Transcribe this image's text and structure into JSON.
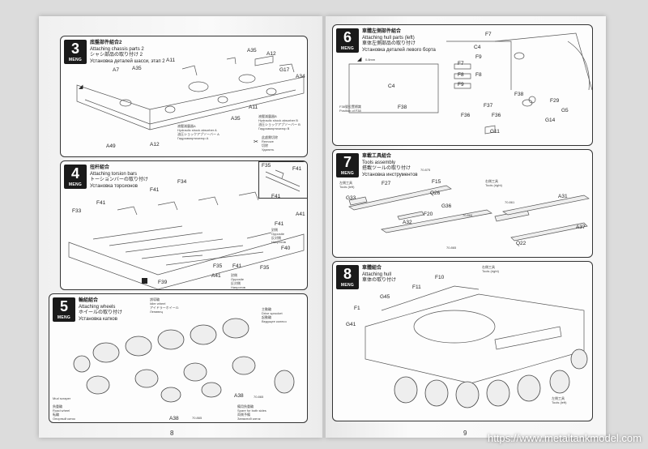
{
  "pages": {
    "left_number": "8",
    "right_number": "9"
  },
  "steps": [
    {
      "num": "3",
      "brand": "MENG",
      "title_cn": "底盤部件組合2",
      "title_en": "Attaching chassis parts 2",
      "title_jp": "シャシ部品の取り付け 2",
      "title_ru": "Установка деталей шасси, этап 2",
      "labels": [
        "A7",
        "A35",
        "A11",
        "A35",
        "A12",
        "G17",
        "A34",
        "A11",
        "A35",
        "A49",
        "A12"
      ],
      "notes": [
        "液壓減震器A",
        "Hydraulic shock absorber A",
        "油圧ショックアブソーバー A",
        "Гидроамортизатор A",
        "液壓減震器B",
        "Hydraulic shock absorber B",
        "油圧ショックアブソーバー B",
        "Гидроамортизатор B",
        "此處需切除",
        "Remove",
        "切除",
        "Удалить"
      ]
    },
    {
      "num": "4",
      "brand": "MENG",
      "title_cn": "扭杆組合",
      "title_en": "Attaching torsion bars",
      "title_jp": "トーションバーの取り付け",
      "title_ru": "Установка торсионов",
      "labels": [
        "F35",
        "F41",
        "F34",
        "F41",
        "F41",
        "F33",
        "F41",
        "F40",
        "A41",
        "F35",
        "F41",
        "A41",
        "F39",
        "F35",
        "F41"
      ],
      "notes": [
        "對側",
        "Opposite",
        "反対側",
        "Напротив",
        "對側",
        "Opposite",
        "反対側",
        "Напротив"
      ]
    },
    {
      "num": "5",
      "brand": "MENG",
      "title_cn": "輪組組合",
      "title_en": "Attaching wheels",
      "title_jp": "ホイールの取り付け",
      "title_ru": "Установка катков",
      "labels": [
        "A38",
        "A38"
      ],
      "notes": [
        "誘導輪",
        "Idler wheel",
        "アイドラーホイール",
        "Ленивец",
        "主動輪",
        "Drive sprocket",
        "起動輪",
        "Ведущее колесо",
        "負重輪",
        "Road wheel",
        "転輪",
        "Опорный каток",
        "備用負重輪",
        "Spare for both sides",
        "両側予備",
        "Запасной каток",
        "Mud scraper"
      ],
      "codes": [
        "70.865",
        "70.865"
      ]
    },
    {
      "num": "6",
      "brand": "MENG",
      "title_cn": "車體左側部件組合",
      "title_en": "Attaching hull parts (left)",
      "title_jp": "車体左側部品の取り付け",
      "title_ru": "Установка деталей левого борта",
      "labels": [
        "F7",
        "C4",
        "F9",
        "F8",
        "F7",
        "F8",
        "F9",
        "C4",
        "F38",
        "F36",
        "F37",
        "F36",
        "G11",
        "F38",
        "F29",
        "G5",
        "G14"
      ],
      "notes": [
        "0.8mm",
        "F38號位置標識",
        "Position of F38"
      ]
    },
    {
      "num": "7",
      "brand": "MENG",
      "title_cn": "車載工具組合",
      "title_en": "Tools assembly",
      "title_jp": "搭載ツールの取り付け",
      "title_ru": "Установка инструментов",
      "labels": [
        "F27",
        "F15",
        "G33",
        "Q26",
        "G36",
        "F20",
        "A32",
        "A31",
        "A37",
        "Q22"
      ],
      "notes": [
        "左側工具",
        "Tools (left)",
        "右側工具",
        "Tools (right)"
      ],
      "codes": [
        "70.875",
        "70.865",
        "70.865",
        "70.861"
      ]
    },
    {
      "num": "8",
      "brand": "MENG",
      "title_cn": "車體組合",
      "title_en": "Attaching hull",
      "title_jp": "車体の取り付け",
      "title_ru": "Установка корпуса",
      "labels": [
        "F10",
        "G45",
        "F11",
        "F1",
        "G41"
      ],
      "notes": [
        "右側工具",
        "Tools (right)",
        "左側工具",
        "Tools (left)"
      ]
    }
  ],
  "watermark": "https://www.metaltankmodel.com"
}
